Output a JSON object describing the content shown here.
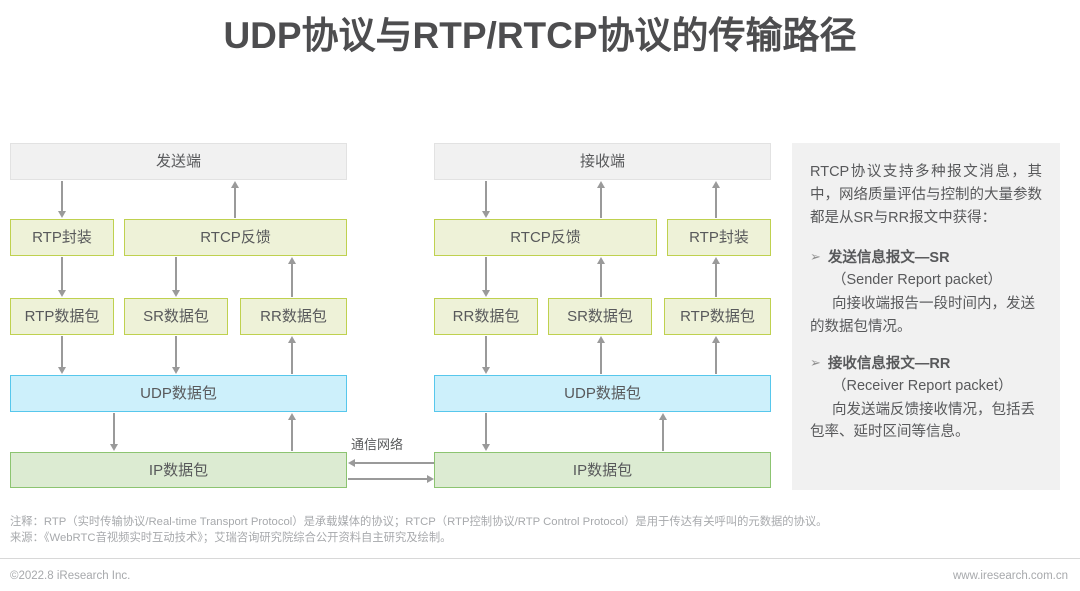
{
  "title": "UDP协议与RTP/RTCP协议的传输路径",
  "diagram": {
    "left": {
      "endpoint": "发送端",
      "row2": [
        "RTP封装",
        "RTCP反馈"
      ],
      "row3": [
        "RTP数据包",
        "SR数据包",
        "RR数据包"
      ],
      "udp": "UDP数据包",
      "ip": "IP数据包"
    },
    "right": {
      "endpoint": "接收端",
      "row2": [
        "RTCP反馈",
        "RTP封装"
      ],
      "row3": [
        "RR数据包",
        "SR数据包",
        "RTP数据包"
      ],
      "udp": "UDP数据包",
      "ip": "IP数据包"
    },
    "network_label": "通信网络"
  },
  "side_panel": {
    "intro": "RTCP协议支持多种报文消息，其中，网络质量评估与控制的大量参数都是从SR与RR报文中获得：",
    "items": [
      {
        "chevron": "➢",
        "heading": "发送信息报文—SR",
        "english": "（Sender Report packet）",
        "description": "向接收端报告一段时间内，发送的数据包情况。"
      },
      {
        "chevron": "➢",
        "heading": "接收信息报文—RR",
        "english": "（Receiver Report packet）",
        "description": "向发送端反馈接收情况，包括丢包率、延时区间等信息。"
      }
    ]
  },
  "notes": {
    "line1": "注释：RTP（实时传输协议/Real-time Transport Protocol）是承载媒体的协议；RTCP（RTP控制协议/RTP Control Protocol）是用于传达有关呼叫的元数据的协议。",
    "line2": "来源：《WebRTC音视频实时互动技术》；艾瑞咨询研究院综合公开资料自主研究及绘制。"
  },
  "footer": {
    "copyright": "©2022.8 iResearch Inc.",
    "website": "www.iresearch.com.cn"
  },
  "colors": {
    "title": "#4d4d4f",
    "endpoint_fill": "#f1f1f1",
    "rtcp_fill": "#eef2d8",
    "rtcp_border": "#bfd14f",
    "udp_fill": "#cdf0fb",
    "udp_border": "#57c7ec",
    "ip_fill": "#dcebd2",
    "ip_border": "#8cc471",
    "arrow": "#9a9a9a",
    "panel_bg": "#f1f1f1",
    "note_text": "#a7a9ac"
  }
}
